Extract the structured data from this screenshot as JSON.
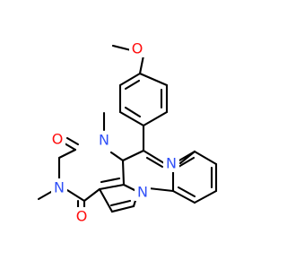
{
  "molecule": {
    "labels": {
      "O_methoxy": "O",
      "O_upper": "O",
      "O_lower": "O",
      "N_imine": "N",
      "N_methyl_upper": "N",
      "N_methyl_lower": "N",
      "N_pyrrole": "N"
    },
    "colors": {
      "oxygen": "#ff0d0d",
      "nitrogen": "#3050f8",
      "bond": "#000000"
    }
  }
}
